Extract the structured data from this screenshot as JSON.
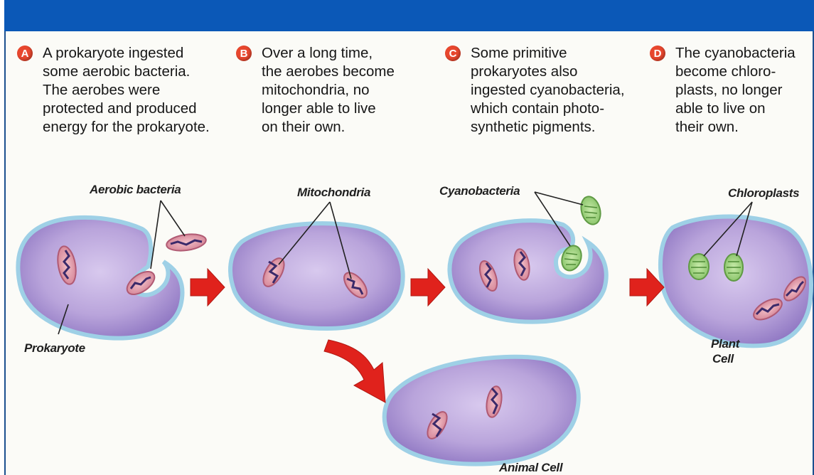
{
  "steps": [
    {
      "letter": "A",
      "lines": [
        "A prokaryote ingested",
        "some aerobic bacteria.",
        "The aerobes were",
        "protected and produced",
        "energy for the prokaryote."
      ]
    },
    {
      "letter": "B",
      "lines": [
        "Over a long time,",
        "the aerobes become",
        "mitochondria, no",
        "longer able to live",
        "on their own."
      ]
    },
    {
      "letter": "C",
      "lines": [
        "Some primitive",
        "prokaryotes also",
        "ingested cyanobacteria,",
        "which contain photo-",
        "synthetic pigments."
      ]
    },
    {
      "letter": "D",
      "lines": [
        "The cyanobacteria",
        "become chloro-",
        "plasts, no longer",
        "able to live on",
        "their own."
      ]
    }
  ],
  "labels": {
    "aerobic_bacteria": "Aerobic bacteria",
    "mitochondria": "Mitochondria",
    "cyanobacteria": "Cyanobacteria",
    "chloroplasts": "Chloroplasts",
    "prokaryote": "Prokaryote",
    "plant_cell_line1": "Plant",
    "plant_cell_line2": "Cell",
    "animal_cell": "Animal Cell"
  },
  "colors": {
    "header_bar": "#0b58b7",
    "badge": "#e8472e",
    "arrow": "#e0221c",
    "cell_fill": "#b6a3d6",
    "cell_edge": "#8fc6e0",
    "mito_fill": "#e09aa8",
    "chloro_fill": "#9fd07f"
  }
}
